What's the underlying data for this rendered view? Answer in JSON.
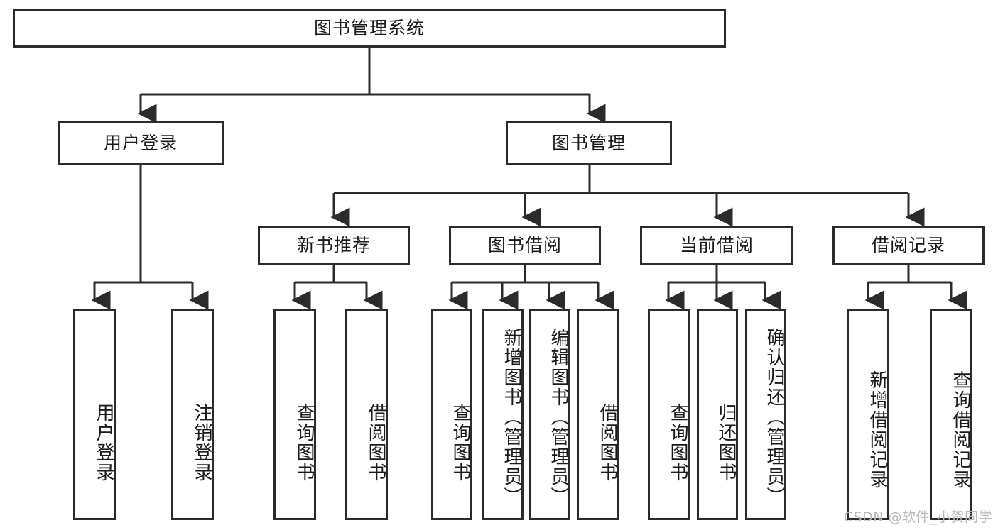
{
  "diagram": {
    "title": "图书管理系统",
    "type": "hierarchy-tree",
    "root": {
      "id": "root",
      "label": "图书管理系统"
    },
    "level2": [
      {
        "id": "user-login",
        "label": "用户登录"
      },
      {
        "id": "book-manage",
        "label": "图书管理"
      }
    ],
    "level3": [
      {
        "id": "new-book-recommend",
        "label": "新书推荐",
        "parent": "book-manage"
      },
      {
        "id": "book-borrow",
        "label": "图书借阅",
        "parent": "book-manage"
      },
      {
        "id": "current-borrow",
        "label": "当前借阅",
        "parent": "book-manage"
      },
      {
        "id": "borrow-record",
        "label": "借阅记录",
        "parent": "book-manage"
      }
    ],
    "leaves": {
      "user-login": [
        {
          "id": "leaf-user-login",
          "label": "用户登录"
        },
        {
          "id": "leaf-logout",
          "label": "注销登录"
        }
      ],
      "new-book-recommend": [
        {
          "id": "leaf-query-book-1",
          "label": "查询图书"
        },
        {
          "id": "leaf-borrow-book-1",
          "label": "借阅图书"
        }
      ],
      "book-borrow": [
        {
          "id": "leaf-query-book-2",
          "label": "查询图书"
        },
        {
          "id": "leaf-add-book",
          "label": "新增图书（管理员）"
        },
        {
          "id": "leaf-edit-book",
          "label": "编辑图书（管理员）"
        },
        {
          "id": "leaf-borrow-book-2",
          "label": "借阅图书"
        }
      ],
      "current-borrow": [
        {
          "id": "leaf-query-book-3",
          "label": "查询图书"
        },
        {
          "id": "leaf-return-book",
          "label": "归还图书"
        },
        {
          "id": "leaf-confirm-return",
          "label": "确认归还（管理员）"
        }
      ],
      "borrow-record": [
        {
          "id": "leaf-add-record",
          "label": "新增借阅记录"
        },
        {
          "id": "leaf-query-record",
          "label": "查询借阅记录"
        }
      ]
    }
  },
  "watermark": {
    "text": "CSDN @软件_小贺同学"
  },
  "colors": {
    "stroke": "#2b2b2b",
    "box_fill": "#ffffff",
    "text": "#1a1a1a",
    "watermark": "#b9b9b9",
    "background": "#ffffff"
  }
}
